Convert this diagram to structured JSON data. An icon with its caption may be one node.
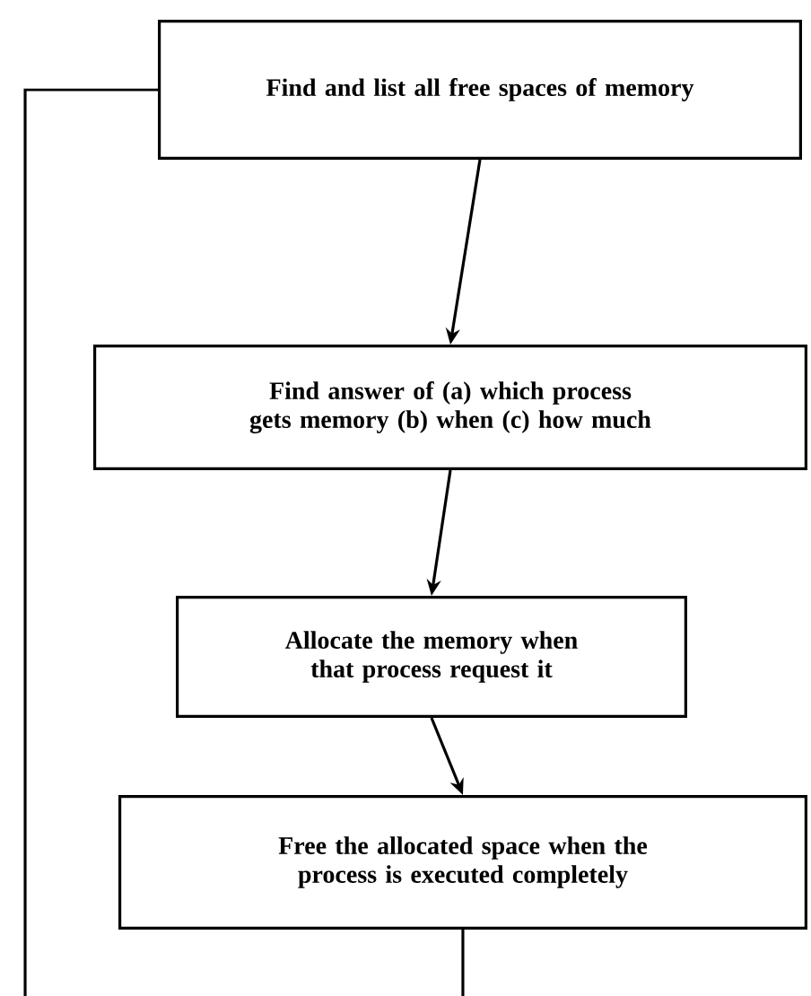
{
  "diagram": {
    "nodes": [
      {
        "text": [
          "Find and list all free spaces of memory"
        ]
      },
      {
        "text": [
          "Find answer of (a) which process gets memory (b) when (c) how much"
        ]
      },
      {
        "text": [
          "Allocate the memory when that process request it"
        ]
      },
      {
        "text": [
          "Free the allocated space when the process is executed completely"
        ]
      }
    ],
    "edges": [
      {
        "from": 0,
        "to": 1,
        "arrow": "to"
      },
      {
        "from": 1,
        "to": 2,
        "arrow": "to"
      },
      {
        "from": 2,
        "to": 3,
        "arrow": "to"
      },
      {
        "from": 3,
        "to": null,
        "arrow": "none"
      },
      {
        "from": null,
        "to": 0,
        "arrow": "none"
      }
    ]
  }
}
